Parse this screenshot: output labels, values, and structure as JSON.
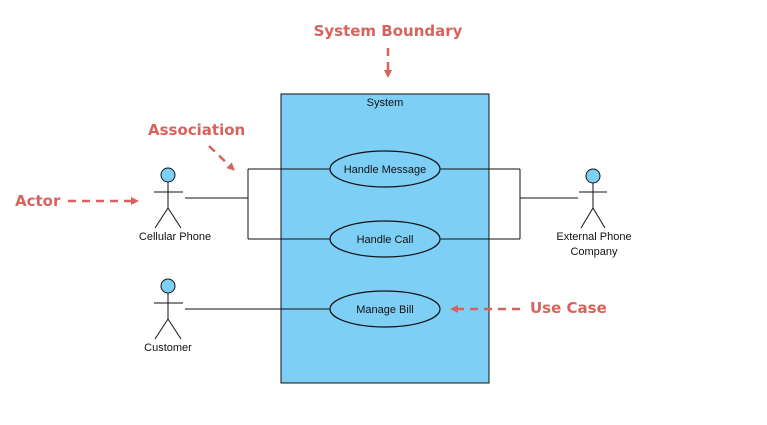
{
  "system": {
    "label": "System"
  },
  "use_cases": {
    "handle_message": "Handle Message",
    "handle_call": "Handle Call",
    "manage_bill": "Manage Bill"
  },
  "actors": {
    "cellular_phone": "Cellular Phone",
    "customer": "Customer",
    "external_phone_line1": "External Phone",
    "external_phone_line2": "Company"
  },
  "callouts": {
    "system_boundary": "System Boundary",
    "association": "Association",
    "actor": "Actor",
    "use_case": "Use Case"
  },
  "colors": {
    "system_fill": "#7dcff5",
    "actor_head": "#7dcff5",
    "callout": "#d9625c",
    "line": "#111111"
  }
}
